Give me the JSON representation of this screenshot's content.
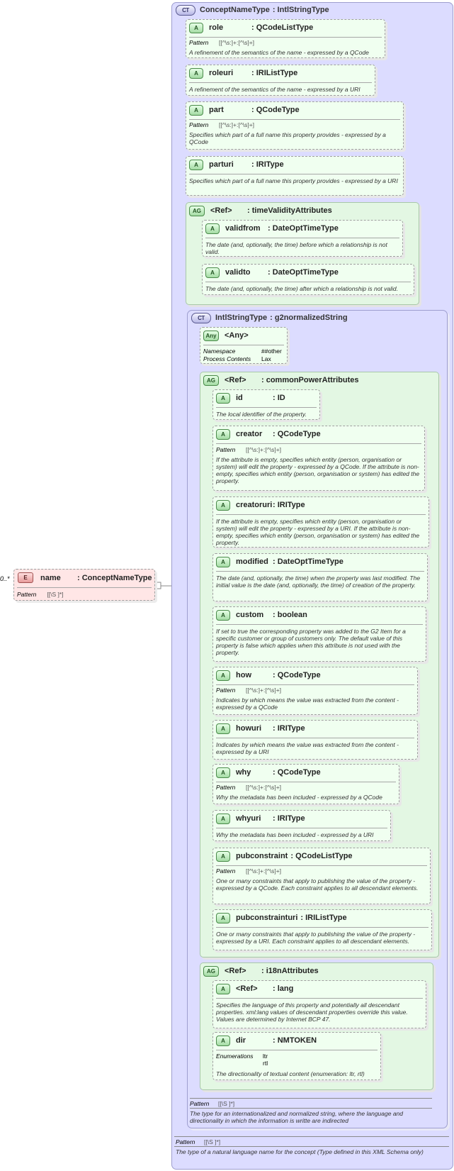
{
  "element": {
    "badge": "E",
    "name": "name",
    "type": ": ConceptNameType",
    "multiplicity": "0..*",
    "pattern_key": "Pattern",
    "pattern_value": "[[\\S ]*]"
  },
  "concept_type": {
    "badge": "CT",
    "name": "ConceptNameType",
    "type": ": IntlStringType",
    "footer": {
      "pattern_key": "Pattern",
      "pattern_value": "[[\\S ]*]",
      "doc": "The type of a natural language name for the concept (Type defined in this XML Schema only)"
    }
  },
  "attributes_top": [
    {
      "badge": "A",
      "name": "role",
      "type": ": QCodeListType",
      "pattern_key": "Pattern",
      "pattern_value": "[[^\\s:]+:[^\\s]+]",
      "doc": "A refinement of the semantics of the name - expressed by a QCode"
    },
    {
      "badge": "A",
      "name": "roleuri",
      "type": ": IRIListType",
      "doc": "A refinement of the semantics of the name - expressed by a URI"
    },
    {
      "badge": "A",
      "name": "part",
      "type": ": QCodeType",
      "pattern_key": "Pattern",
      "pattern_value": "[[^\\s:]+:[^\\s]+]",
      "doc": "Specifies which part of a full name this property provides - expressed by a QCode"
    },
    {
      "badge": "A",
      "name": "parturi",
      "type": ": IRIType",
      "doc": "Specifies which part of a full name this property provides - expressed by a URI"
    }
  ],
  "time_validity": {
    "badge": "AG",
    "name": "<Ref>",
    "type": ": timeValidityAttributes",
    "items": [
      {
        "badge": "A",
        "name": "validfrom",
        "type": ": DateOptTimeType",
        "doc": "The date (and, optionally, the time) before which a relationship is not valid."
      },
      {
        "badge": "A",
        "name": "validto",
        "type": ": DateOptTimeType",
        "doc": "The date (and, optionally, the time) after which a relationship is not valid."
      }
    ]
  },
  "intl_type": {
    "badge": "CT",
    "name": "IntlStringType",
    "type": ": g2normalizedString",
    "footer": {
      "pattern_key": "Pattern",
      "pattern_value": "[[\\S ]*]",
      "doc": "The type for an internationalized and normalized string, where the language and directionality in which the information is writte are indirected"
    }
  },
  "any": {
    "badge": "Any",
    "name": "<Any>",
    "ns_key": "Namespace",
    "ns_value": "##other",
    "pc_key": "Process Contents",
    "pc_value": "Lax"
  },
  "common_power": {
    "badge": "AG",
    "name": "<Ref>",
    "type": ": commonPowerAttributes",
    "items": [
      {
        "badge": "A",
        "name": "id",
        "type": ": ID",
        "doc": "The local identifier of the property."
      },
      {
        "badge": "A",
        "name": "creator",
        "type": ": QCodeType",
        "pattern_key": "Pattern",
        "pattern_value": "[[^\\s:]+:[^\\s]+]",
        "doc": "If the attribute is empty, specifies which entity (person, organisation or system) will edit the property - expressed by a QCode. If the attribute is non-empty, specifies which entity (person, organisation or system) has edited the property."
      },
      {
        "badge": "A",
        "name": "creatoruri",
        "type": ": IRIType",
        "doc": "If the attribute is empty, specifies which entity (person, organisation or system) will edit the property - expressed by a URI. If the attribute is non-empty, specifies which entity (person, organisation or system) has edited the property."
      },
      {
        "badge": "A",
        "name": "modified",
        "type": ": DateOptTimeType",
        "doc": "The date (and, optionally, the time) when the property was last modified. The initial value is the date (and, optionally, the time) of creation of the property."
      },
      {
        "badge": "A",
        "name": "custom",
        "type": ": boolean",
        "doc": "If set to true the corresponding property was added to the G2 Item for a specific customer or group of customers only. The default value of this property is false which applies when this attribute is not used with the property."
      },
      {
        "badge": "A",
        "name": "how",
        "type": ": QCodeType",
        "pattern_key": "Pattern",
        "pattern_value": "[[^\\s:]+:[^\\s]+]",
        "doc": "Indicates by which means the value was extracted from the content - expressed by a QCode"
      },
      {
        "badge": "A",
        "name": "howuri",
        "type": ": IRIType",
        "doc": "Indicates by which means the value was extracted from the content - expressed by a URI"
      },
      {
        "badge": "A",
        "name": "why",
        "type": ": QCodeType",
        "pattern_key": "Pattern",
        "pattern_value": "[[^\\s:]+:[^\\s]+]",
        "doc": "Why the metadata has been included - expressed by a QCode"
      },
      {
        "badge": "A",
        "name": "whyuri",
        "type": ": IRIType",
        "doc": "Why the metadata has been included - expressed by a URI"
      },
      {
        "badge": "A",
        "name": "pubconstraint",
        "type": ": QCodeListType",
        "pattern_key": "Pattern",
        "pattern_value": "[[^\\s:]+:[^\\s]+]",
        "doc": "One or many constraints that apply to publishing the value of the property - expressed by a QCode. Each constraint applies to all descendant elements."
      },
      {
        "badge": "A",
        "name": "pubconstrainturi",
        "type": ": IRIListType",
        "doc": "One or many constraints that apply to publishing the value of the property - expressed by a URI. Each constraint applies to all descendant elements."
      }
    ]
  },
  "i18n": {
    "badge": "AG",
    "name": "<Ref>",
    "type": ": i18nAttributes",
    "items": [
      {
        "badge": "A",
        "name": "<Ref>",
        "type": ": lang",
        "doc": "Specifies the language of this property and potentially all descendant properties. xml:lang values of descendant properties override this value. Values are determined by Internet BCP 47."
      },
      {
        "badge": "A",
        "name": "dir",
        "type": ": NMTOKEN",
        "enum_key": "Enumerations",
        "enum_values": [
          "ltr",
          "rtl"
        ],
        "doc": "The directionality of textual content (enumeration: ltr, rtl)"
      }
    ]
  }
}
